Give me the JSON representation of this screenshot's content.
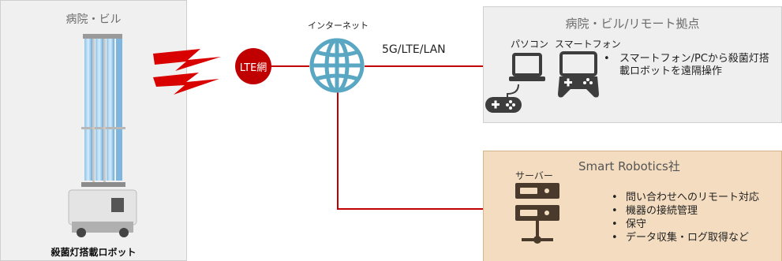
{
  "hospital": {
    "title": "病院・ビル",
    "robot_caption": "殺菌灯搭載ロボット"
  },
  "network": {
    "lte_label": "LTE網",
    "internet_label": "インターネット",
    "link_label": "5G/LTE/LAN"
  },
  "remote": {
    "title": "病院・ビル/リモート拠点",
    "pc_label": "パソコン",
    "phone_label": "スマートフォン",
    "bullet": "•",
    "description": "スマートフォン/PCから殺菌灯搭載ロボットを遠隔操作"
  },
  "company": {
    "title": "Smart Robotics社",
    "server_label": "サーバー",
    "items": [
      "問い合わせへのリモート対応",
      "機器の接続管理",
      "保守",
      "データ収集・ログ取得など"
    ]
  },
  "colors": {
    "accent_red": "#c00000",
    "globe_blue": "#5aa7c4",
    "icon_dark": "#3d3d3d",
    "server_brown": "#4a3a2c"
  },
  "icons": [
    "robot-illustration",
    "lightning-icon",
    "globe-icon",
    "laptop-icon",
    "gamepad-icon",
    "tablet-controller-icon",
    "server-icon"
  ]
}
